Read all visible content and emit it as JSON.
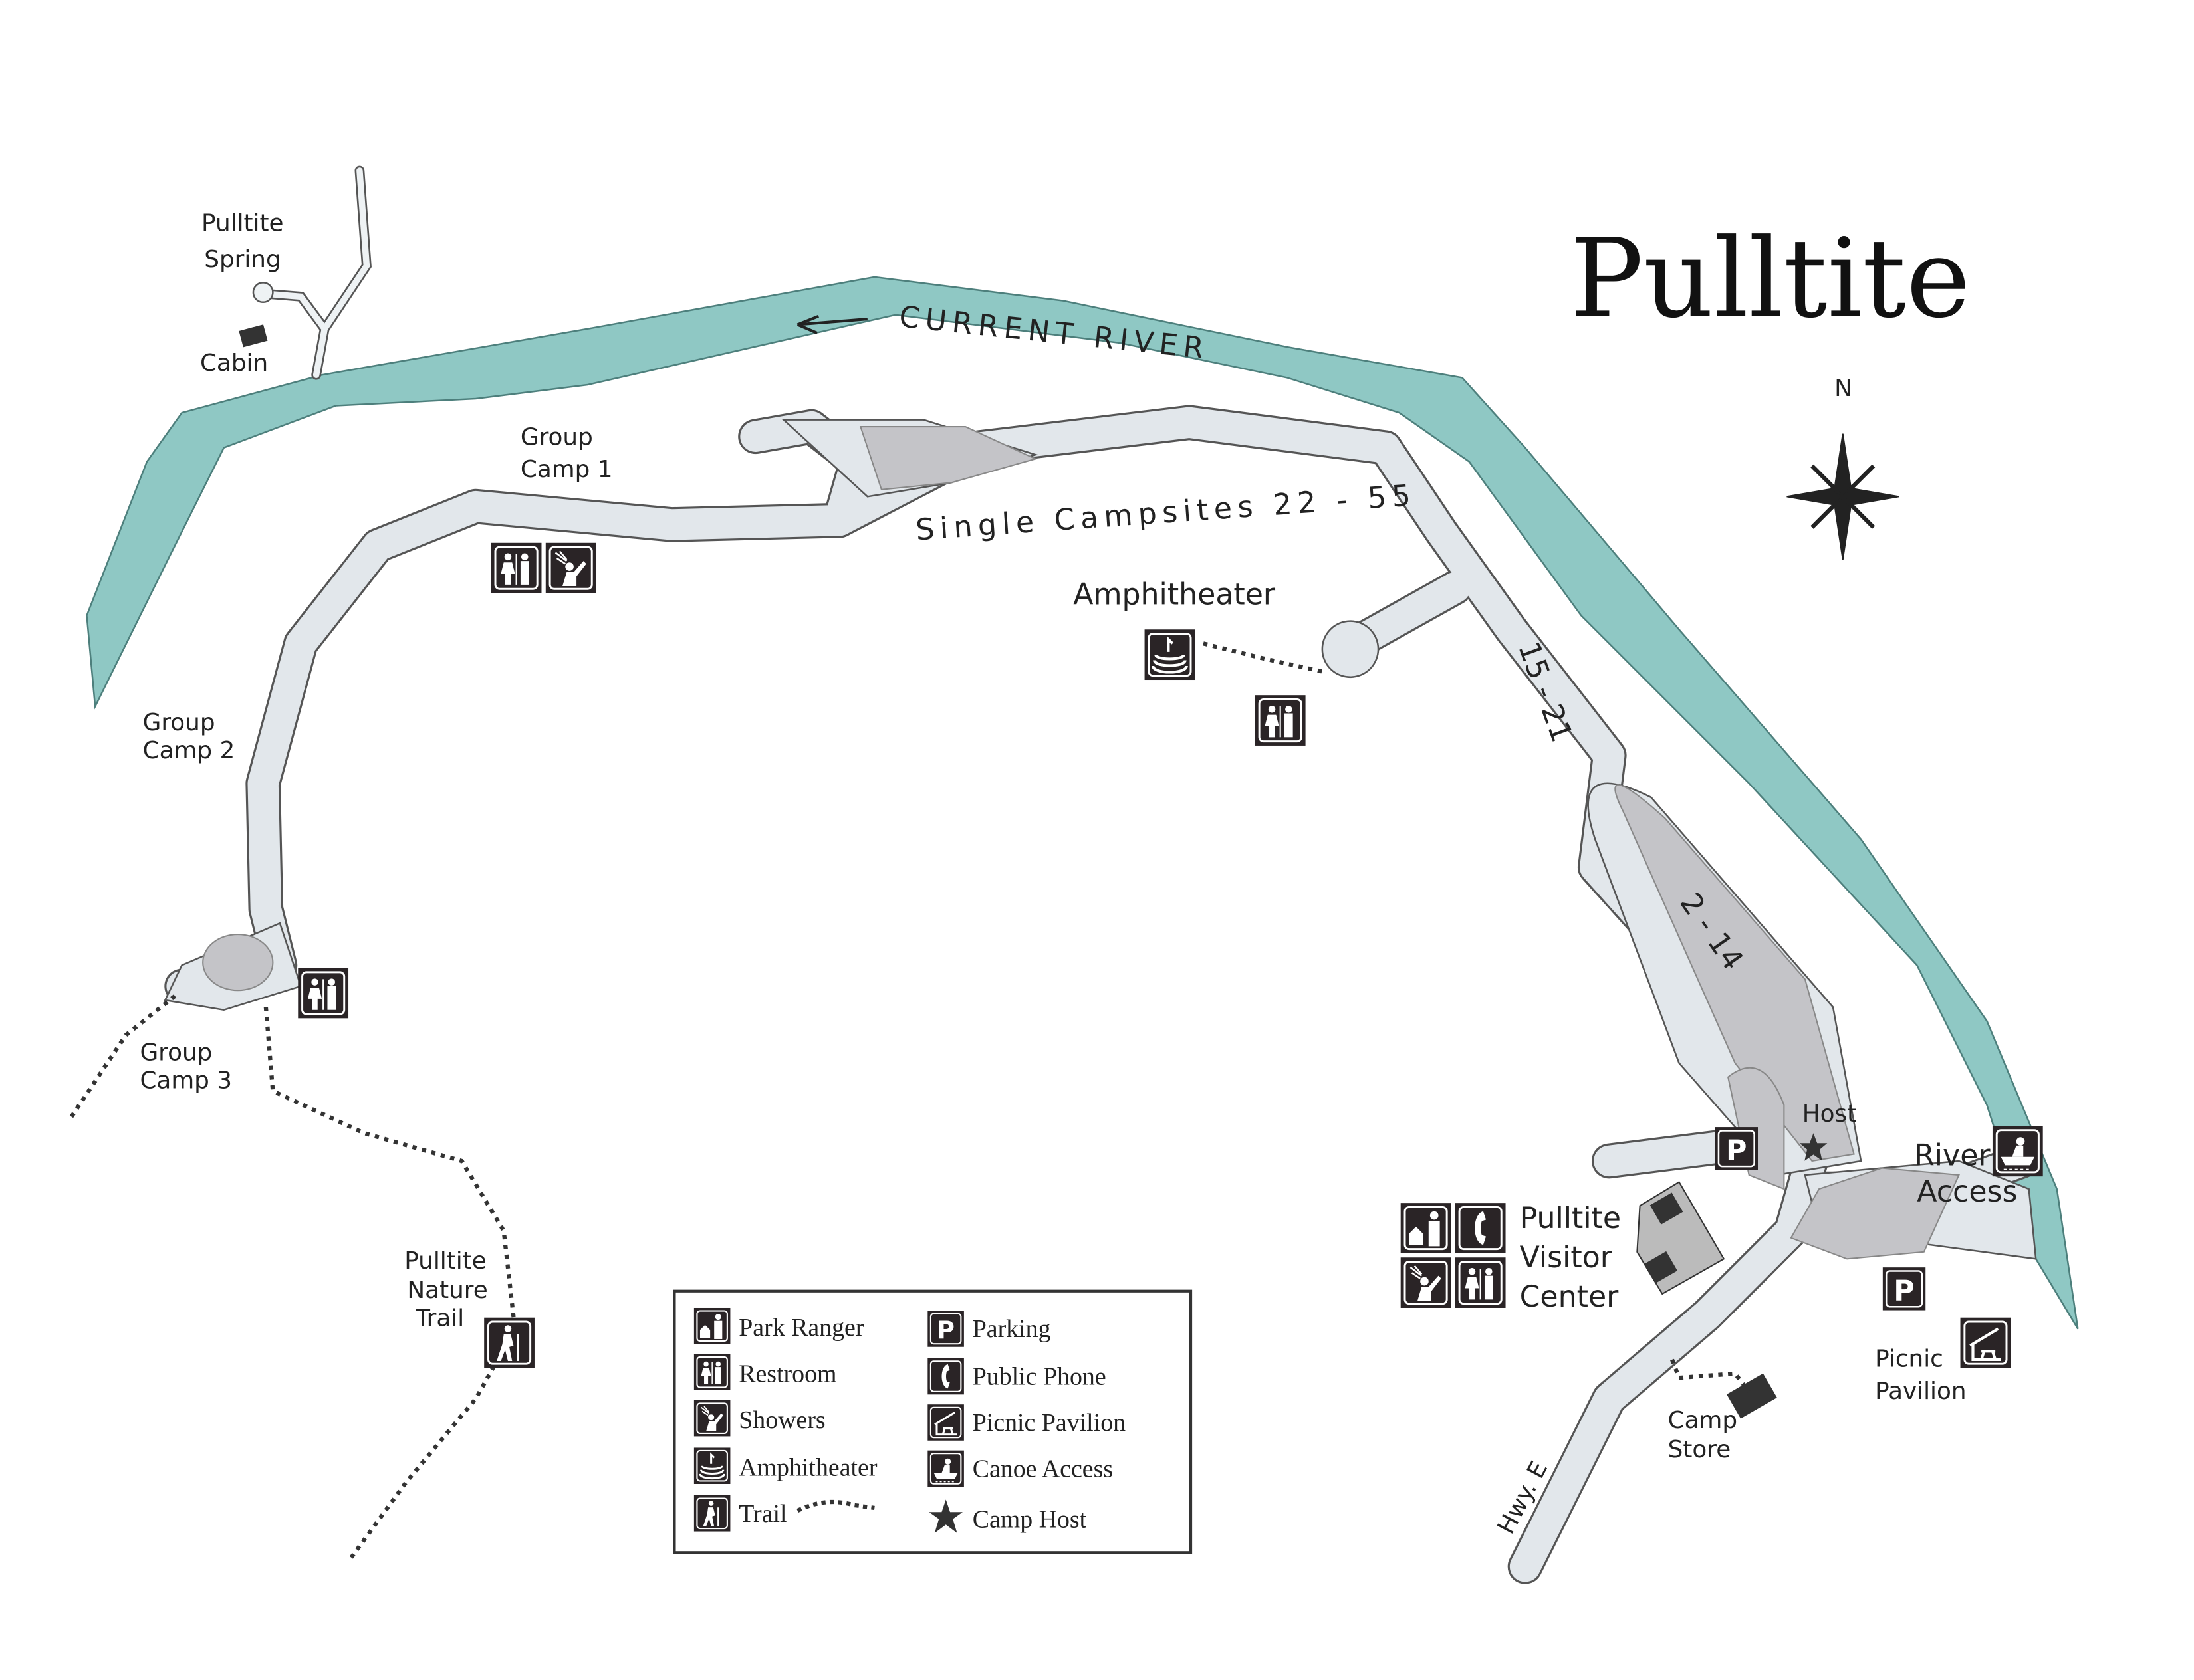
{
  "title": "Pulltite",
  "north_label": "N",
  "colors": {
    "river": "#8fc8c4",
    "road": "#e2e7eb",
    "parking": "#c4c4c8",
    "icon": "#2a2426"
  },
  "river": {
    "label": "CURRENT RIVER",
    "flow_arrow": "arrow-left-icon"
  },
  "labels": {
    "spring": [
      "Pulltite",
      "Spring"
    ],
    "cabin": "Cabin",
    "group_camp_1": [
      "Group",
      "Camp 1"
    ],
    "group_camp_2": [
      "Group",
      "Camp 2"
    ],
    "group_camp_3": [
      "Group",
      "Camp 3"
    ],
    "single_campsites": "Single Campsites 22 - 55",
    "sites_15_21": "15 - 21",
    "sites_2_14": "2 - 14",
    "amphitheater": "Amphitheater",
    "nature_trail": [
      "Pulltite",
      "Nature",
      "Trail"
    ],
    "host": "Host",
    "river_access": [
      "River",
      "Access"
    ],
    "visitor_center": [
      "Pulltite",
      "Visitor",
      "Center"
    ],
    "camp_store": [
      "Camp",
      "Store"
    ],
    "picnic_pavilion": [
      "Picnic",
      "Pavilion"
    ],
    "highway": "Hwy. E",
    "parking_glyph": "P"
  },
  "legend": {
    "left": [
      {
        "label": "Park Ranger",
        "icon": "park-ranger-icon"
      },
      {
        "label": "Restroom",
        "icon": "restroom-icon"
      },
      {
        "label": "Showers",
        "icon": "showers-icon"
      },
      {
        "label": "Amphitheater",
        "icon": "amphitheater-icon"
      },
      {
        "label": "Trail",
        "icon": "trail-icon"
      }
    ],
    "right": [
      {
        "label": "Parking",
        "icon": "parking-icon"
      },
      {
        "label": "Public Phone",
        "icon": "phone-icon"
      },
      {
        "label": "Picnic Pavilion",
        "icon": "picnic-pavilion-icon"
      },
      {
        "label": "Canoe Access",
        "icon": "canoe-access-icon"
      },
      {
        "label": "Camp Host",
        "icon": "star-icon"
      }
    ]
  }
}
